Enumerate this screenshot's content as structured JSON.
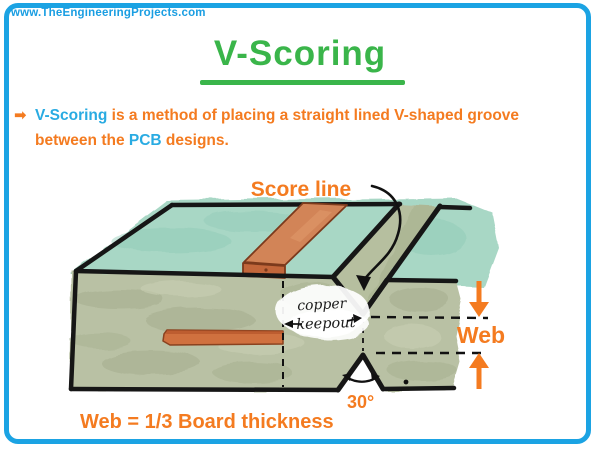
{
  "site": "www.TheEngineeringProjects.com",
  "title": "V-Scoring",
  "description": {
    "bullet": "➡",
    "part1": "V-Scoring",
    "part2": " is a method of placing a straight lined V-shaped groove",
    "part3": "between the ",
    "part4": "PCB",
    "part5": " designs."
  },
  "diagram": {
    "score_line_label": "Score line",
    "keepout_line1": "copper",
    "keepout_line2": "keepout",
    "web_label": "Web",
    "angle_label": "30°"
  },
  "caption": "Web = 1/3 Board thickness",
  "colors": {
    "border_blue": "#1ba3e3",
    "text_blue": "#29abe2",
    "accent_orange": "#f47b20",
    "title_green": "#3ab54a",
    "board_top_teal": "#a8d7c5",
    "board_face_sage": "#b9c1a4",
    "copper": "#d28457",
    "outline_black": "#161616"
  }
}
